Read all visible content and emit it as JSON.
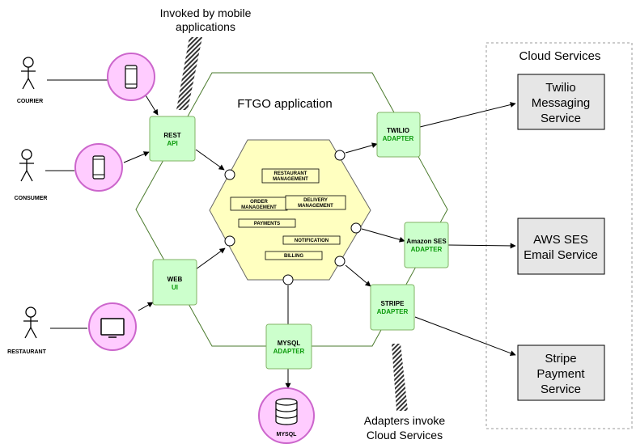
{
  "actors": {
    "courier": "COURIER",
    "consumer": "CONSUMER",
    "restaurant": "RESTAURANT"
  },
  "notes": {
    "mobile_line1": "Invoked by mobile",
    "mobile_line2": "applications",
    "adapters_line1": "Adapters invoke",
    "adapters_line2": "Cloud Services"
  },
  "app": {
    "title": "FTGO application"
  },
  "adapters": {
    "rest": {
      "title": "REST",
      "sub": "API"
    },
    "web": {
      "title": "WEB",
      "sub": "UI"
    },
    "twilio": {
      "title": "TWILIO",
      "sub": "ADAPTER"
    },
    "ses": {
      "title": "Amazon SES",
      "sub": "ADAPTER"
    },
    "stripe": {
      "title": "STRIPE",
      "sub": "ADAPTER"
    },
    "mysql": {
      "title": "MYSQL",
      "sub": "ADAPTER"
    }
  },
  "business": {
    "restaurant_mgmt": [
      "RESTAURANT",
      "MANAGEMENT"
    ],
    "order_mgmt": [
      "ORDER",
      "MANAGEMENT"
    ],
    "delivery_mgmt": [
      "DELIVERY",
      "MANAGEMENT"
    ],
    "payments": "PAYMENTS",
    "notification": "NOTIFICATION",
    "billing": "BILLING"
  },
  "database": {
    "label": "MYSQL"
  },
  "cloud": {
    "title": "Cloud Services",
    "twilio": [
      "Twilio",
      "Messaging",
      "Service"
    ],
    "ses": [
      "AWS SES",
      "Email Service"
    ],
    "stripe": [
      "Stripe",
      "Payment",
      "Service"
    ]
  },
  "colors": {
    "adapter_fill": "#ccffcc",
    "adapter_stroke": "#82b366",
    "core_fill": "#ffffc0",
    "pink_fill": "#ffccff",
    "pink_stroke": "#cc66cc",
    "cloud_box_fill": "#e6e6e6",
    "hexagon_stroke": "#4a7a2c",
    "adapter_sub_text": "#0a9a0a"
  }
}
